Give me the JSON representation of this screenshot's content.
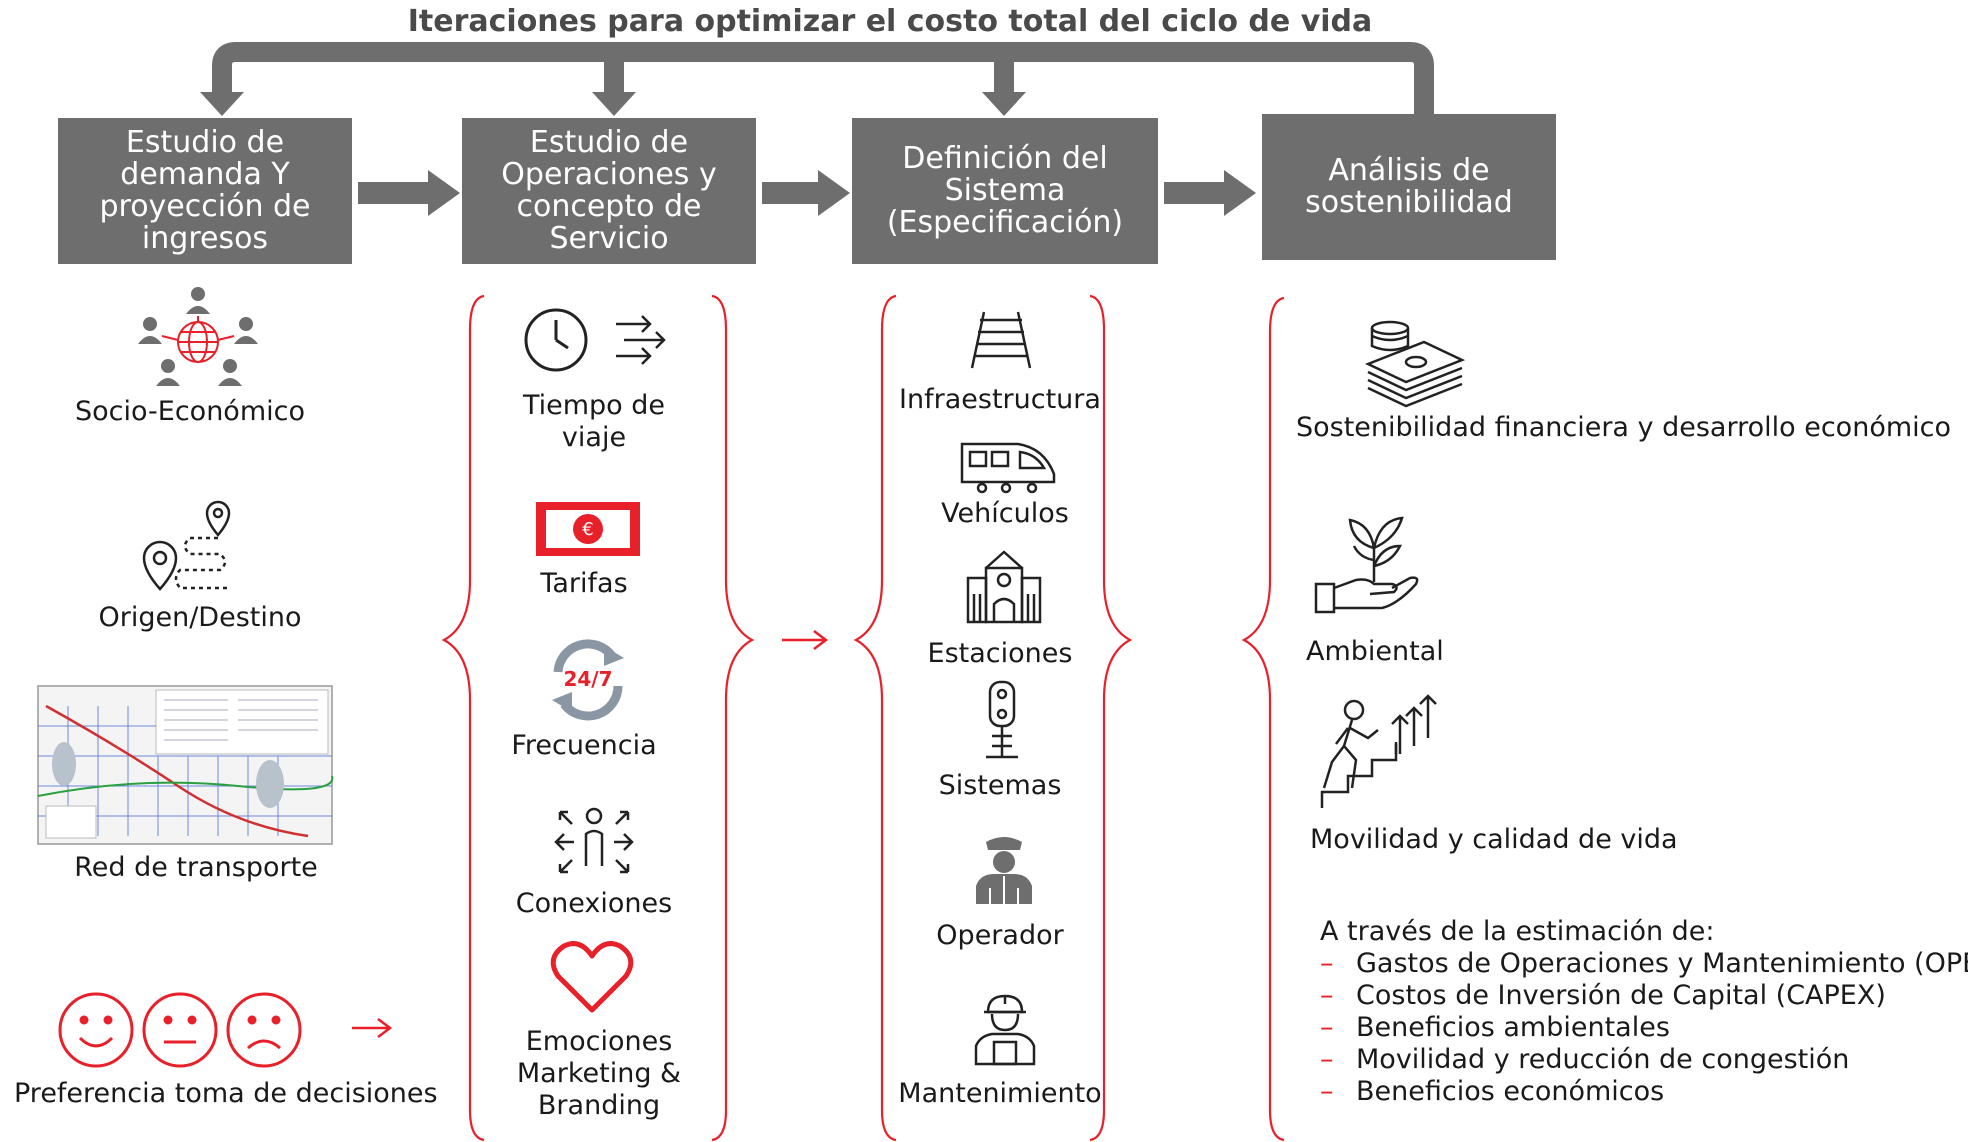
{
  "title": "Iteraciones para optimizar el costo total del ciclo de vida",
  "colors": {
    "box": "#6e6e6e",
    "arrow": "#6e6e6e",
    "accent": "#e8202a",
    "icon": "#222222"
  },
  "steps": [
    {
      "lines": [
        "Estudio de",
        "demanda Y",
        "proyección de",
        "ingresos"
      ]
    },
    {
      "lines": [
        "Estudio de",
        "Operaciones y",
        "concepto de",
        "Servicio"
      ]
    },
    {
      "lines": [
        "Definición del",
        "Sistema",
        "(Especificación)"
      ]
    },
    {
      "lines": [
        "Análisis de",
        "sostenibilidad"
      ]
    }
  ],
  "col1": {
    "socio": "Socio-Económico",
    "origen": "Origen/Destino",
    "red": "Red de transporte",
    "preferencia": "Preferencia toma de decisiones",
    "icons": [
      "people-network-icon",
      "route-pins-icon",
      "transport-map-image",
      "faces-icon"
    ]
  },
  "col2": {
    "tiempo": [
      "Tiempo de",
      "viaje"
    ],
    "tarifas": "Tarifas",
    "badge": "24/7",
    "frecuencia": "Frecuencia",
    "conexiones": "Conexiones",
    "emociones": [
      "Emociones",
      "Marketing &",
      "Branding"
    ],
    "icons": [
      "clock-icon",
      "banknote-icon",
      "cycle-icon",
      "connections-icon",
      "heart-icon"
    ]
  },
  "col3": {
    "infra": "Infraestructura",
    "vehiculos": "Vehículos",
    "estaciones": "Estaciones",
    "sistemas": "Sistemas",
    "operador": "Operador",
    "mantenimiento": "Mantenimiento",
    "icons": [
      "rail-track-icon",
      "train-icon",
      "station-icon",
      "signal-icon",
      "operator-icon",
      "worker-icon"
    ]
  },
  "col4": {
    "financiera": "Sostenibilidad financiera y desarrollo económico",
    "ambiental": "Ambiental",
    "movilidad": "Movilidad y calidad de vida",
    "estimacion": "A través de la estimación de:",
    "bullets": [
      "Gastos de Operaciones y Mantenimiento (OPEX)",
      "Costos de Inversión de Capital (CAPEX)",
      "Beneficios ambientales",
      "Movilidad y reducción de congestión",
      "Beneficios económicos"
    ],
    "bullet_marker": "–",
    "icons": [
      "money-stack-icon",
      "plant-hand-icon",
      "climbing-growth-icon"
    ]
  }
}
